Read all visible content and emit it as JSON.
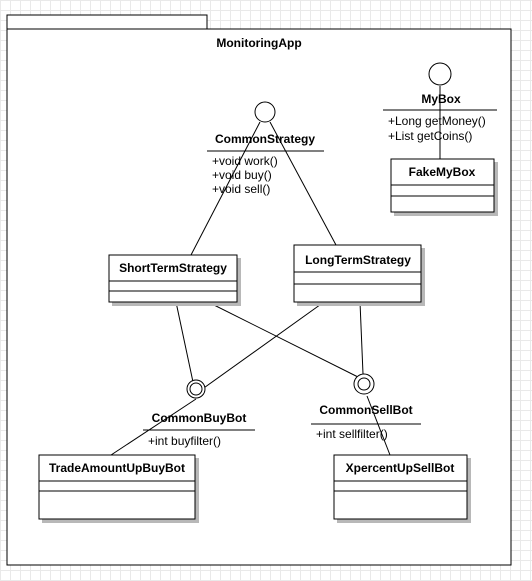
{
  "package": {
    "name": "MonitoringApp"
  },
  "interfaces": {
    "common_strategy": {
      "name": "CommonStrategy",
      "operations": [
        "+void work()",
        "+void buy()",
        "+void sell()"
      ]
    },
    "my_box": {
      "name": "MyBox",
      "operations": [
        "+Long getMoney()",
        "+List getCoins()"
      ]
    },
    "common_buy_bot": {
      "name": "CommonBuyBot",
      "operations": [
        "+int buyfilter()"
      ]
    },
    "common_sell_bot": {
      "name": "CommonSellBot",
      "operations": [
        "+int sellfilter()"
      ]
    }
  },
  "classes": {
    "fake_my_box": {
      "name": "FakeMyBox"
    },
    "short_term_strategy": {
      "name": "ShortTermStrategy"
    },
    "long_term_strategy": {
      "name": "LongTermStrategy"
    },
    "trade_amount_up_buy_bot": {
      "name": "TradeAmountUpBuyBot"
    },
    "xpercent_up_sell_bot": {
      "name": "XpercentUpSellBot"
    }
  },
  "colors": {
    "line": "#000000",
    "fill": "#ffffff",
    "shadow": "#b8b8b8",
    "grid": "#e9e9e9"
  }
}
